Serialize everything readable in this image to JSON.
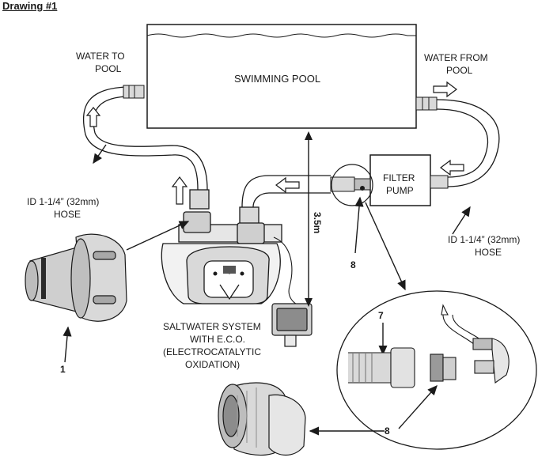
{
  "title": "Drawing #1",
  "labels": {
    "swimming_pool": "SWIMMING POOL",
    "water_to_pool_1": "WATER TO",
    "water_to_pool_2": "POOL",
    "water_from_pool_1": "WATER FROM",
    "water_from_pool_2": "POOL",
    "filter_pump_1": "FILTER",
    "filter_pump_2": "PUMP",
    "hose_left_1": "ID 1-1/4” (32mm)",
    "hose_left_2": "HOSE",
    "hose_right_1": "ID 1-1/4” (32mm)",
    "hose_right_2": "HOSE",
    "system_1": "SALTWATER SYSTEM",
    "system_2": "WITH E.C.O.",
    "system_3": "(ELECTROCATALYTIC",
    "system_4": "OXIDATION)",
    "distance": "3.5m"
  },
  "callouts": {
    "part_1": "1",
    "part_7": "7",
    "part_8_top": "8",
    "part_8_bottom": "8"
  },
  "colors": {
    "line": "#1a1a1a",
    "part_fill": "#d9d9d9",
    "part_shade": "#9a9a9a"
  }
}
